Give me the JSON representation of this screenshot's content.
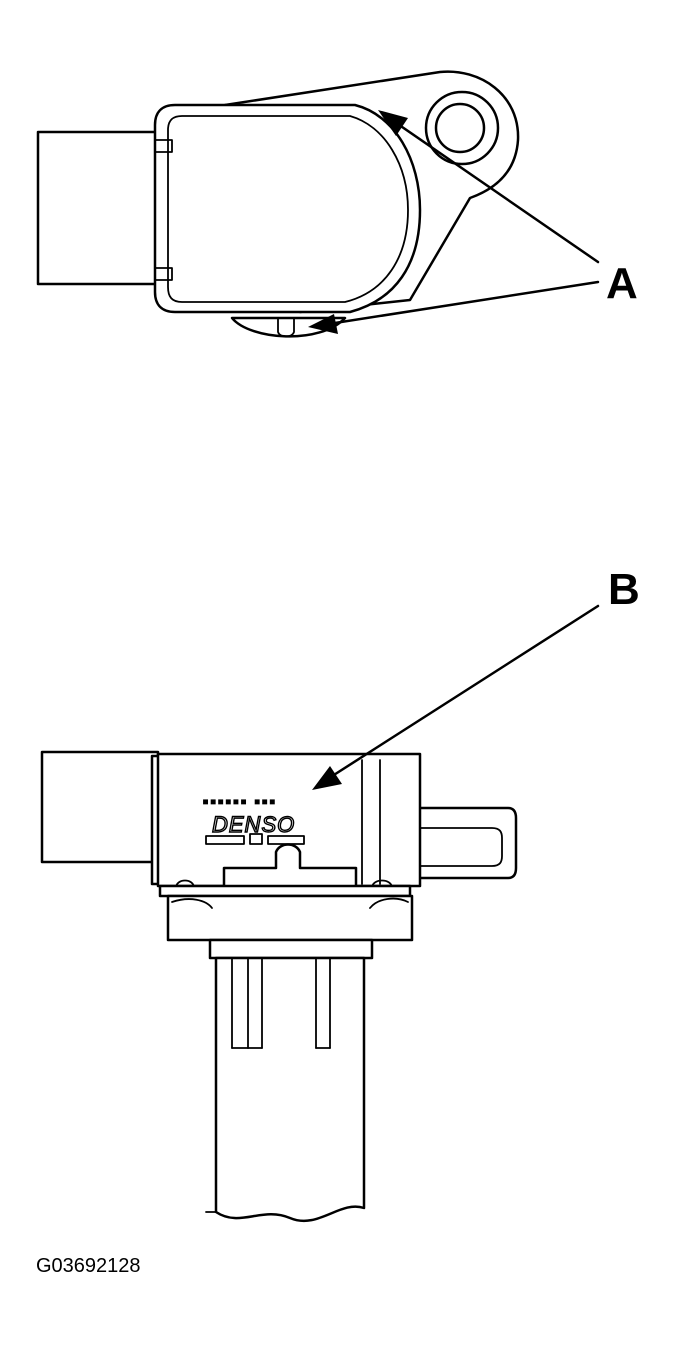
{
  "callouts": {
    "a": "A",
    "b": "B"
  },
  "brand_marking": "DENSO",
  "figure_code": "G03692128",
  "colors": {
    "ink": "#000000",
    "paper": "#ffffff"
  }
}
